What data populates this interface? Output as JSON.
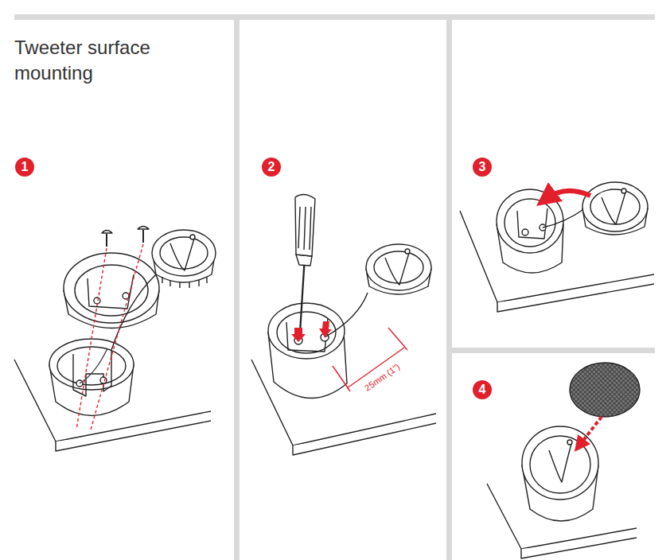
{
  "diagram": {
    "title": "Tweeter surface mounting",
    "labels": [
      "1",
      "2",
      "3",
      "4",
      "25mm (1\")"
    ]
  }
}
